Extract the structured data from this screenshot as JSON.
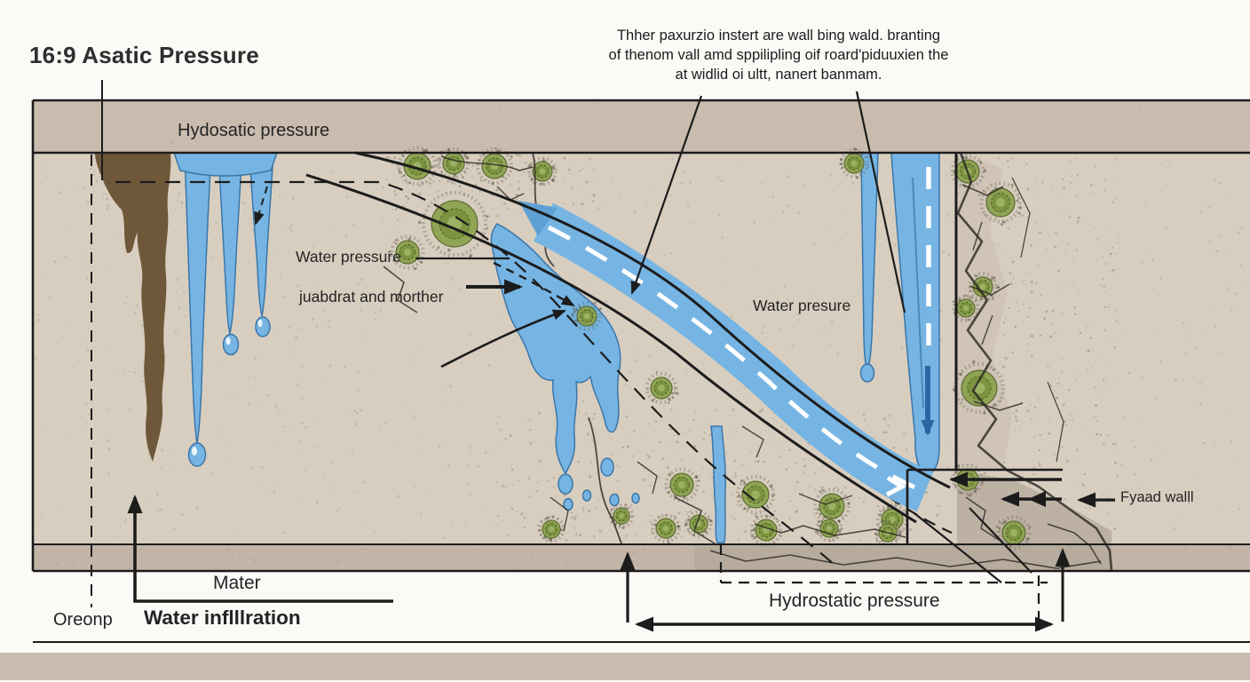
{
  "title": "16:9 Asatic Pressure",
  "caption": {
    "line1": "Thher paxurzio instert are wall bing wald. branting",
    "line2": "of thenom vall amd sppilipling oif roard'piduuxien the",
    "line3": "at widlid oi ultt, nanert banmam."
  },
  "labels": {
    "hydostatic_top": "Hydosatic pressure",
    "water_pressure_left": "Water pressure",
    "juabdrat": "juabdrat and morther",
    "water_presure_right": "Water presure",
    "fyaad_wall": "Fyaad walll",
    "mater": "Mater",
    "oreonp": "Oreonp",
    "water_infiltration": "Water inflllration",
    "hydrostatic_bottom": "Hydrostatic pressure"
  },
  "colors": {
    "band_tan": "#c9bcae",
    "soil_tan": "#d8cec0",
    "bottom_band": "#c2b5a7",
    "footer_band": "#c8bcae",
    "water_blue": "#76b5e3",
    "water_dark": "#3a76a8",
    "mud_brown": "#6f5839",
    "moss_green": "#8ca24f",
    "rubble_gray": "#b9ad9f",
    "line_black": "#1c1c1c"
  }
}
